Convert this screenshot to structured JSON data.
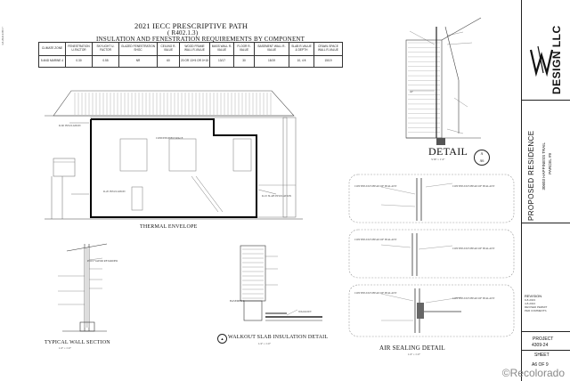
{
  "margin_stamp": "3-8-2024 4:09:17",
  "header": {
    "title": "2021 IECC PRESCRIPTIVE PATH",
    "code_ref": "( R402.1.3)",
    "subtitle": "INSULATION AND FENESTRATION REQUIREMENTS BY COMPONENT"
  },
  "table": {
    "headers": [
      "CLIMATE ZONE",
      "FENESTRATION U-FACTOR",
      "SKYLIGHT U-FACTOR",
      "GLAZED FENESTRATION SHGC",
      "CEILING R-VALUE",
      "WOOD FRAME WALL R-VALUE",
      "MASS WALL R-VALUE",
      "FLOOR R-VALUE",
      "BASEMENT WALL R-VALUE",
      "SLAB R-VALUE & DEPTH",
      "CRAWL SPACE WALL R-VALUE"
    ],
    "row": [
      "5 AND MARINE 4",
      "0.30",
      "0.55",
      "NR",
      "60",
      "20 OR 13+5 OR 0+15",
      "13/17",
      "30",
      "15/19",
      "10, 4 ft",
      "15/19"
    ]
  },
  "drawings": {
    "thermal_envelope": "THERMAL ENVELOPE",
    "conditioned_space": "CONDITIONED SPACE",
    "typical_wall": "TYPICAL WALL SECTION",
    "walkout_slab": "WALKOUT SLAB INSULATION DETAIL",
    "air_sealing": "AIR SEALING DETAIL",
    "detail": "DETAIL",
    "detail_marker_top": "A",
    "detail_marker_bottom": "A6",
    "scale_a": "3/16\" = 1'-0\"",
    "scale_b": "1/4\" = 1'-0\"",
    "dim_42": "42\"",
    "walkout_note": "WALKOUT",
    "basement": "BASEMENT",
    "slab_note": "R-10 SLAB INSULATION",
    "wall_note": "R-20 INSULATION",
    "ceiling_note": "R-60 INSULATION",
    "sealant_note": "CONTINUOUS BEAD OF SEALANT",
    "vapor_note": "POLY VAPOR RETARDER"
  },
  "title_block": {
    "company": "DESIGN LLC",
    "logo_initials": "W",
    "project_name": "PROPOSED RESIDENCE",
    "address_line1": "30603 HAPPINESS TRAIL",
    "address_line2": "PARCEL #9",
    "revisions_label": "REVISION",
    "revisions": [
      "9-8-2023",
      "4-8-2024",
      "REVISED PERMIT",
      "PER COMMENTS"
    ],
    "project_label": "PROJECT",
    "project_number": "4309-24",
    "sheet_label": "SHEET",
    "sheet_number": "A6 OF 9"
  },
  "watermark": "©Recolorado"
}
